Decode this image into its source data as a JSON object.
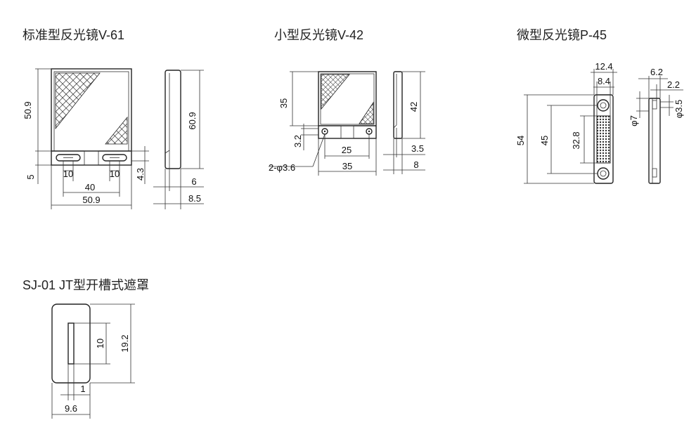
{
  "titles": {
    "standard": "标准型反光镜V-61",
    "small": "小型反光镜V-42",
    "micro": "微型反光镜P-45",
    "mask": "SJ-01 JT型开槽式遮罩"
  },
  "standard": {
    "height": "50.9",
    "side_height": "60.9",
    "slot_width_left": "10",
    "slot_width_right": "10",
    "hole_pitch": "40",
    "width": "50.9",
    "tab": "5",
    "tab_right": "4.3",
    "side_thick": "6",
    "side_total": "8.5"
  },
  "small": {
    "height": "35",
    "side_height": "42",
    "tab": "3.2",
    "pitch": "25",
    "width": "35",
    "holes": "2-φ3.6",
    "side_thick": "3.5",
    "side_total": "8"
  },
  "micro": {
    "width_total": "12.4",
    "width_inner": "8.4",
    "height_total": "54",
    "pitch": "45",
    "reflector": "32.8",
    "side_total": "6.2",
    "side_thick": "2.2",
    "hole": "φ7",
    "hole_small": "φ3.5"
  },
  "mask": {
    "height": "19.2",
    "slot_height": "10",
    "slot_width": "1",
    "width": "9.6"
  }
}
